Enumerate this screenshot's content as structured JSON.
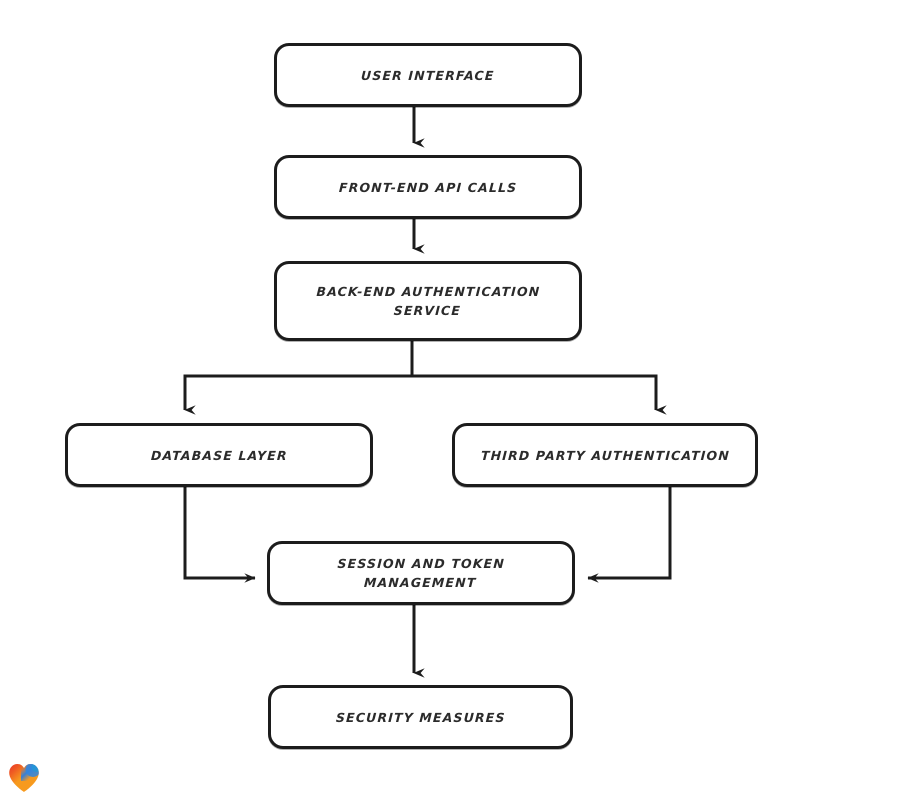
{
  "diagram": {
    "type": "flowchart",
    "orientation": "top-to-bottom",
    "background_color": "#ffffff",
    "stroke_color": "#1c1c1c",
    "text_color": "#2b2b2b",
    "style": "hand-drawn-rounded-rectangles",
    "nodes": [
      {
        "id": "user-interface",
        "label": "User Interface"
      },
      {
        "id": "frontend-api-calls",
        "label": "Front-End API Calls"
      },
      {
        "id": "backend-auth",
        "label": "Back-End Authentication\nService"
      },
      {
        "id": "database-layer",
        "label": "Database Layer"
      },
      {
        "id": "third-party-auth",
        "label": "Third Party Authentication"
      },
      {
        "id": "session-token",
        "label": "Session and Token\nManagement"
      },
      {
        "id": "security-measures",
        "label": "Security Measures"
      }
    ],
    "edges": [
      {
        "from": "user-interface",
        "to": "frontend-api-calls",
        "arrow": "down"
      },
      {
        "from": "frontend-api-calls",
        "to": "backend-auth",
        "arrow": "down"
      },
      {
        "from": "backend-auth",
        "to": "database-layer",
        "arrow": "down-split-left"
      },
      {
        "from": "backend-auth",
        "to": "third-party-auth",
        "arrow": "down-split-right"
      },
      {
        "from": "database-layer",
        "to": "session-token",
        "arrow": "elbow-right"
      },
      {
        "from": "third-party-auth",
        "to": "session-token",
        "arrow": "elbow-left"
      },
      {
        "from": "session-token",
        "to": "security-measures",
        "arrow": "down"
      }
    ]
  },
  "watermark": {
    "icon": "heart-icon",
    "colors": [
      "#e8302a",
      "#2a7de1",
      "#f79a1e",
      "#f25c22"
    ]
  }
}
